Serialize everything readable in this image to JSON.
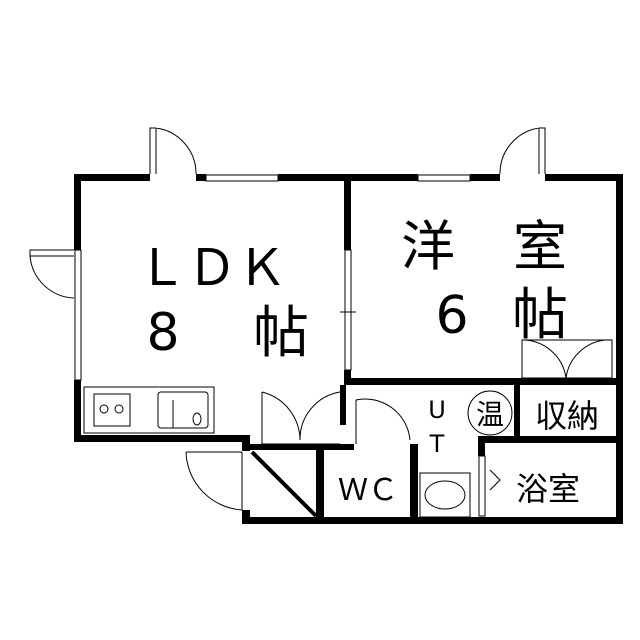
{
  "rooms": {
    "ldk": {
      "name": "ＬＤＫ",
      "size": "8",
      "unit": "帖"
    },
    "western": {
      "name_1": "洋",
      "name_2": "室",
      "size": "6",
      "unit": "帖"
    },
    "storage": "収納",
    "bath": "浴室",
    "wc": "ＷＣ",
    "utility_1": "U",
    "utility_2": "T",
    "water_heater": "温"
  }
}
